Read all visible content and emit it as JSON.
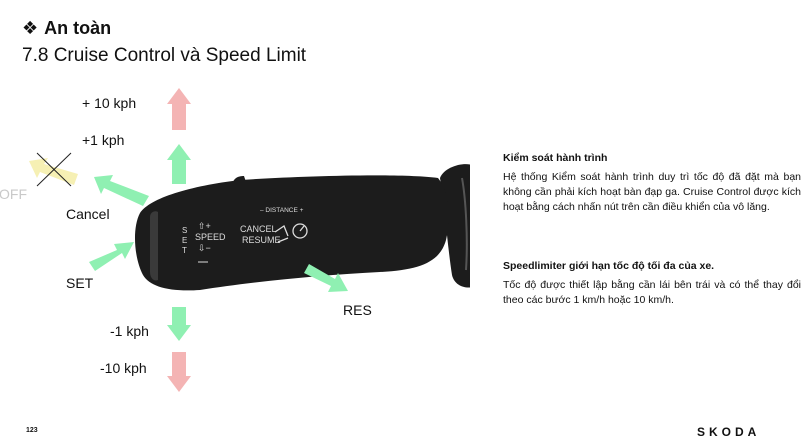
{
  "header": {
    "section_icon": "four-diamond-icon",
    "section_title": "An toàn",
    "subtitle": "7.8 Cruise Control và Speed Limit"
  },
  "diagram": {
    "labels": {
      "plus10": "+ 10 kph",
      "plus1": "+1 kph",
      "off": "OFF",
      "cancel": "Cancel",
      "set": "SET",
      "minus1": "-1 kph",
      "minus10": "-10 kph",
      "res": "RES"
    },
    "lever": {
      "distance": "– DISTANCE +",
      "set_letters": [
        "S",
        "E",
        "T"
      ],
      "speed": "SPEED",
      "cancel": "CANCEL",
      "resume": "RESUME"
    },
    "colors": {
      "arrow_green": "#8ff0b2",
      "arrow_red": "#f4b4b4",
      "arrow_yellow": "#f6f0b4",
      "lever": "#1c1c1c"
    }
  },
  "content": {
    "cruise_heading": "Kiểm soát hành trình",
    "cruise_text": "Hệ thống Kiểm soát hành trình duy trì tốc độ đã đặt mà bạn không cần phải kích hoạt bàn đạp ga. Cruise Control được kích hoạt bằng cách nhấn nút trên cần điều khiển của vô lăng.",
    "limiter_heading": "Speedlimiter giới hạn tốc độ tối đa của xe.",
    "limiter_text": "Tốc độ được thiết lập bằng cần lái bên trái và có thể thay đổi theo các bước 1 km/h hoặc 10 km/h."
  },
  "footer": {
    "page_number": "123",
    "brand": "SKODA"
  }
}
